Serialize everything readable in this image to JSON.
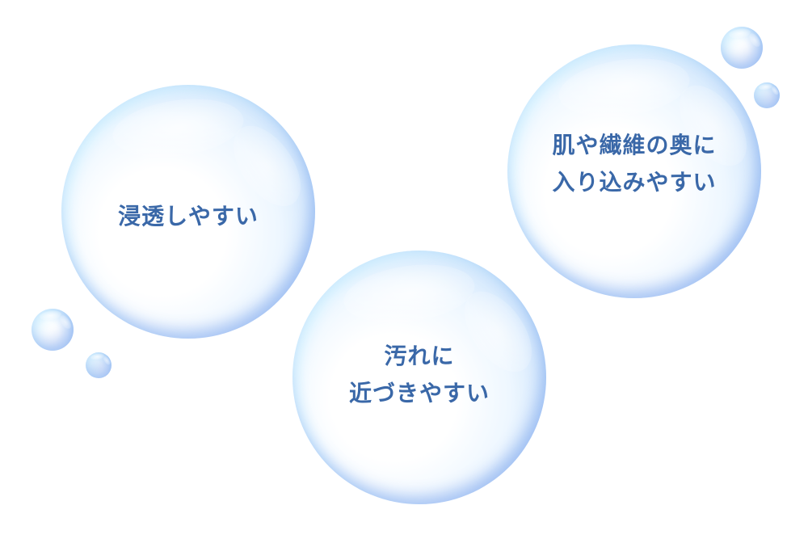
{
  "bubbles": {
    "left": {
      "lines": [
        "浸透しやすい"
      ]
    },
    "middle": {
      "lines": [
        "汚れに",
        "近づきやすい"
      ]
    },
    "right": {
      "lines": [
        "肌や繊維の奥に",
        "入り込みやすい"
      ]
    }
  },
  "colors": {
    "text": "#3a68a8",
    "bubble_edge": "#78a5eb",
    "background": "#ffffff"
  }
}
